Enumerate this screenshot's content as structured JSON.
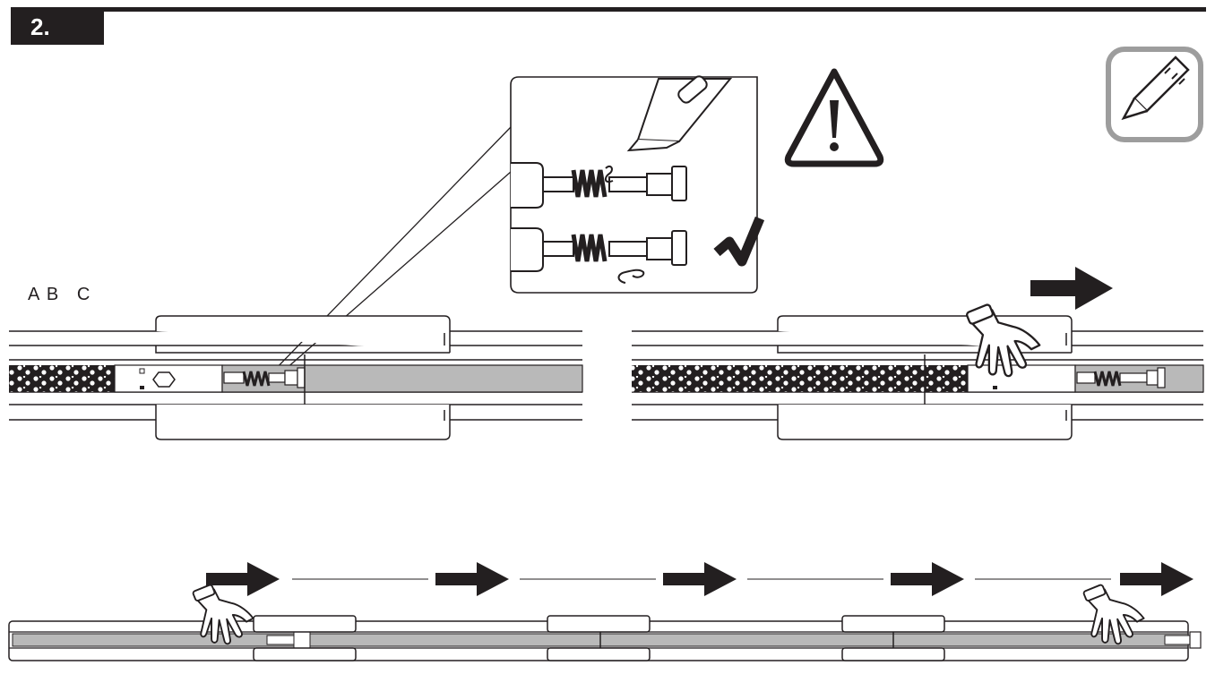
{
  "step": {
    "label": "2."
  },
  "labels": {
    "a": "A",
    "b": "B",
    "c": "C"
  },
  "icons": [
    "warning-icon",
    "utility-knife-icon",
    "checkmark-icon",
    "hand-icon",
    "arrow-right-icon"
  ],
  "colors": {
    "ink": "#231f20",
    "rod_fill": "#b9b9b9",
    "icon_frame": "#9d9d9d"
  }
}
